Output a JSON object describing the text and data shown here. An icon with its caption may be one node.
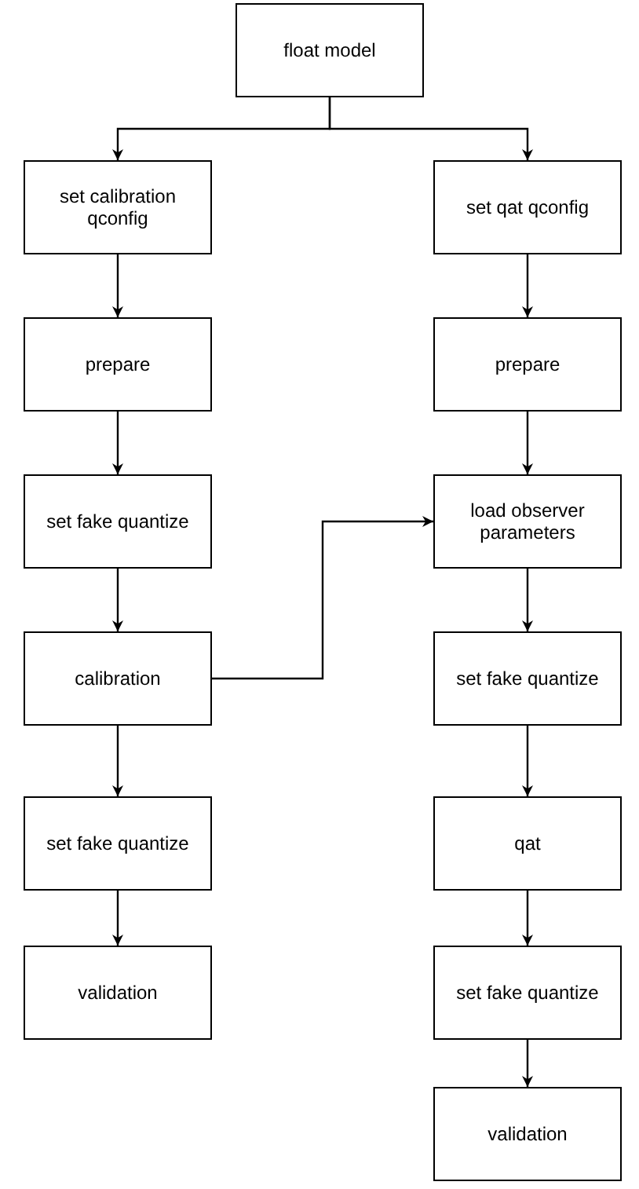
{
  "diagram": {
    "nodes": [
      {
        "text": [
          "float model"
        ]
      },
      {
        "text": [
          "set calibration qconfig"
        ]
      },
      {
        "text": [
          "set qat qconfig"
        ]
      },
      {
        "text": [
          "prepare"
        ]
      },
      {
        "text": [
          "prepare"
        ]
      },
      {
        "text": [
          "set fake quantize"
        ]
      },
      {
        "text": [
          "load observer parameters"
        ]
      },
      {
        "text": [
          "calibration"
        ]
      },
      {
        "text": [
          "set fake quantize"
        ]
      },
      {
        "text": [
          "set fake quantize"
        ]
      },
      {
        "text": [
          "qat"
        ]
      },
      {
        "text": [
          "validation"
        ]
      },
      {
        "text": [
          "set fake quantize"
        ]
      },
      {
        "text": [
          "validation"
        ]
      }
    ],
    "edges": [
      {
        "from": 0,
        "to": 1,
        "arrow": "to"
      },
      {
        "from": 0,
        "to": 2,
        "arrow": "to"
      },
      {
        "from": 1,
        "to": 3,
        "arrow": "to"
      },
      {
        "from": 2,
        "to": 4,
        "arrow": "to"
      },
      {
        "from": 3,
        "to": 5,
        "arrow": "to"
      },
      {
        "from": 4,
        "to": 6,
        "arrow": "to"
      },
      {
        "from": 5,
        "to": 7,
        "arrow": "to"
      },
      {
        "from": 7,
        "to": 6,
        "arrow": "to"
      },
      {
        "from": 6,
        "to": 8,
        "arrow": "to"
      },
      {
        "from": 7,
        "to": 9,
        "arrow": "to"
      },
      {
        "from": 8,
        "to": 10,
        "arrow": "to"
      },
      {
        "from": 9,
        "to": 11,
        "arrow": "to"
      },
      {
        "from": 10,
        "to": 12,
        "arrow": "to"
      },
      {
        "from": 12,
        "to": 13,
        "arrow": "to"
      }
    ]
  }
}
